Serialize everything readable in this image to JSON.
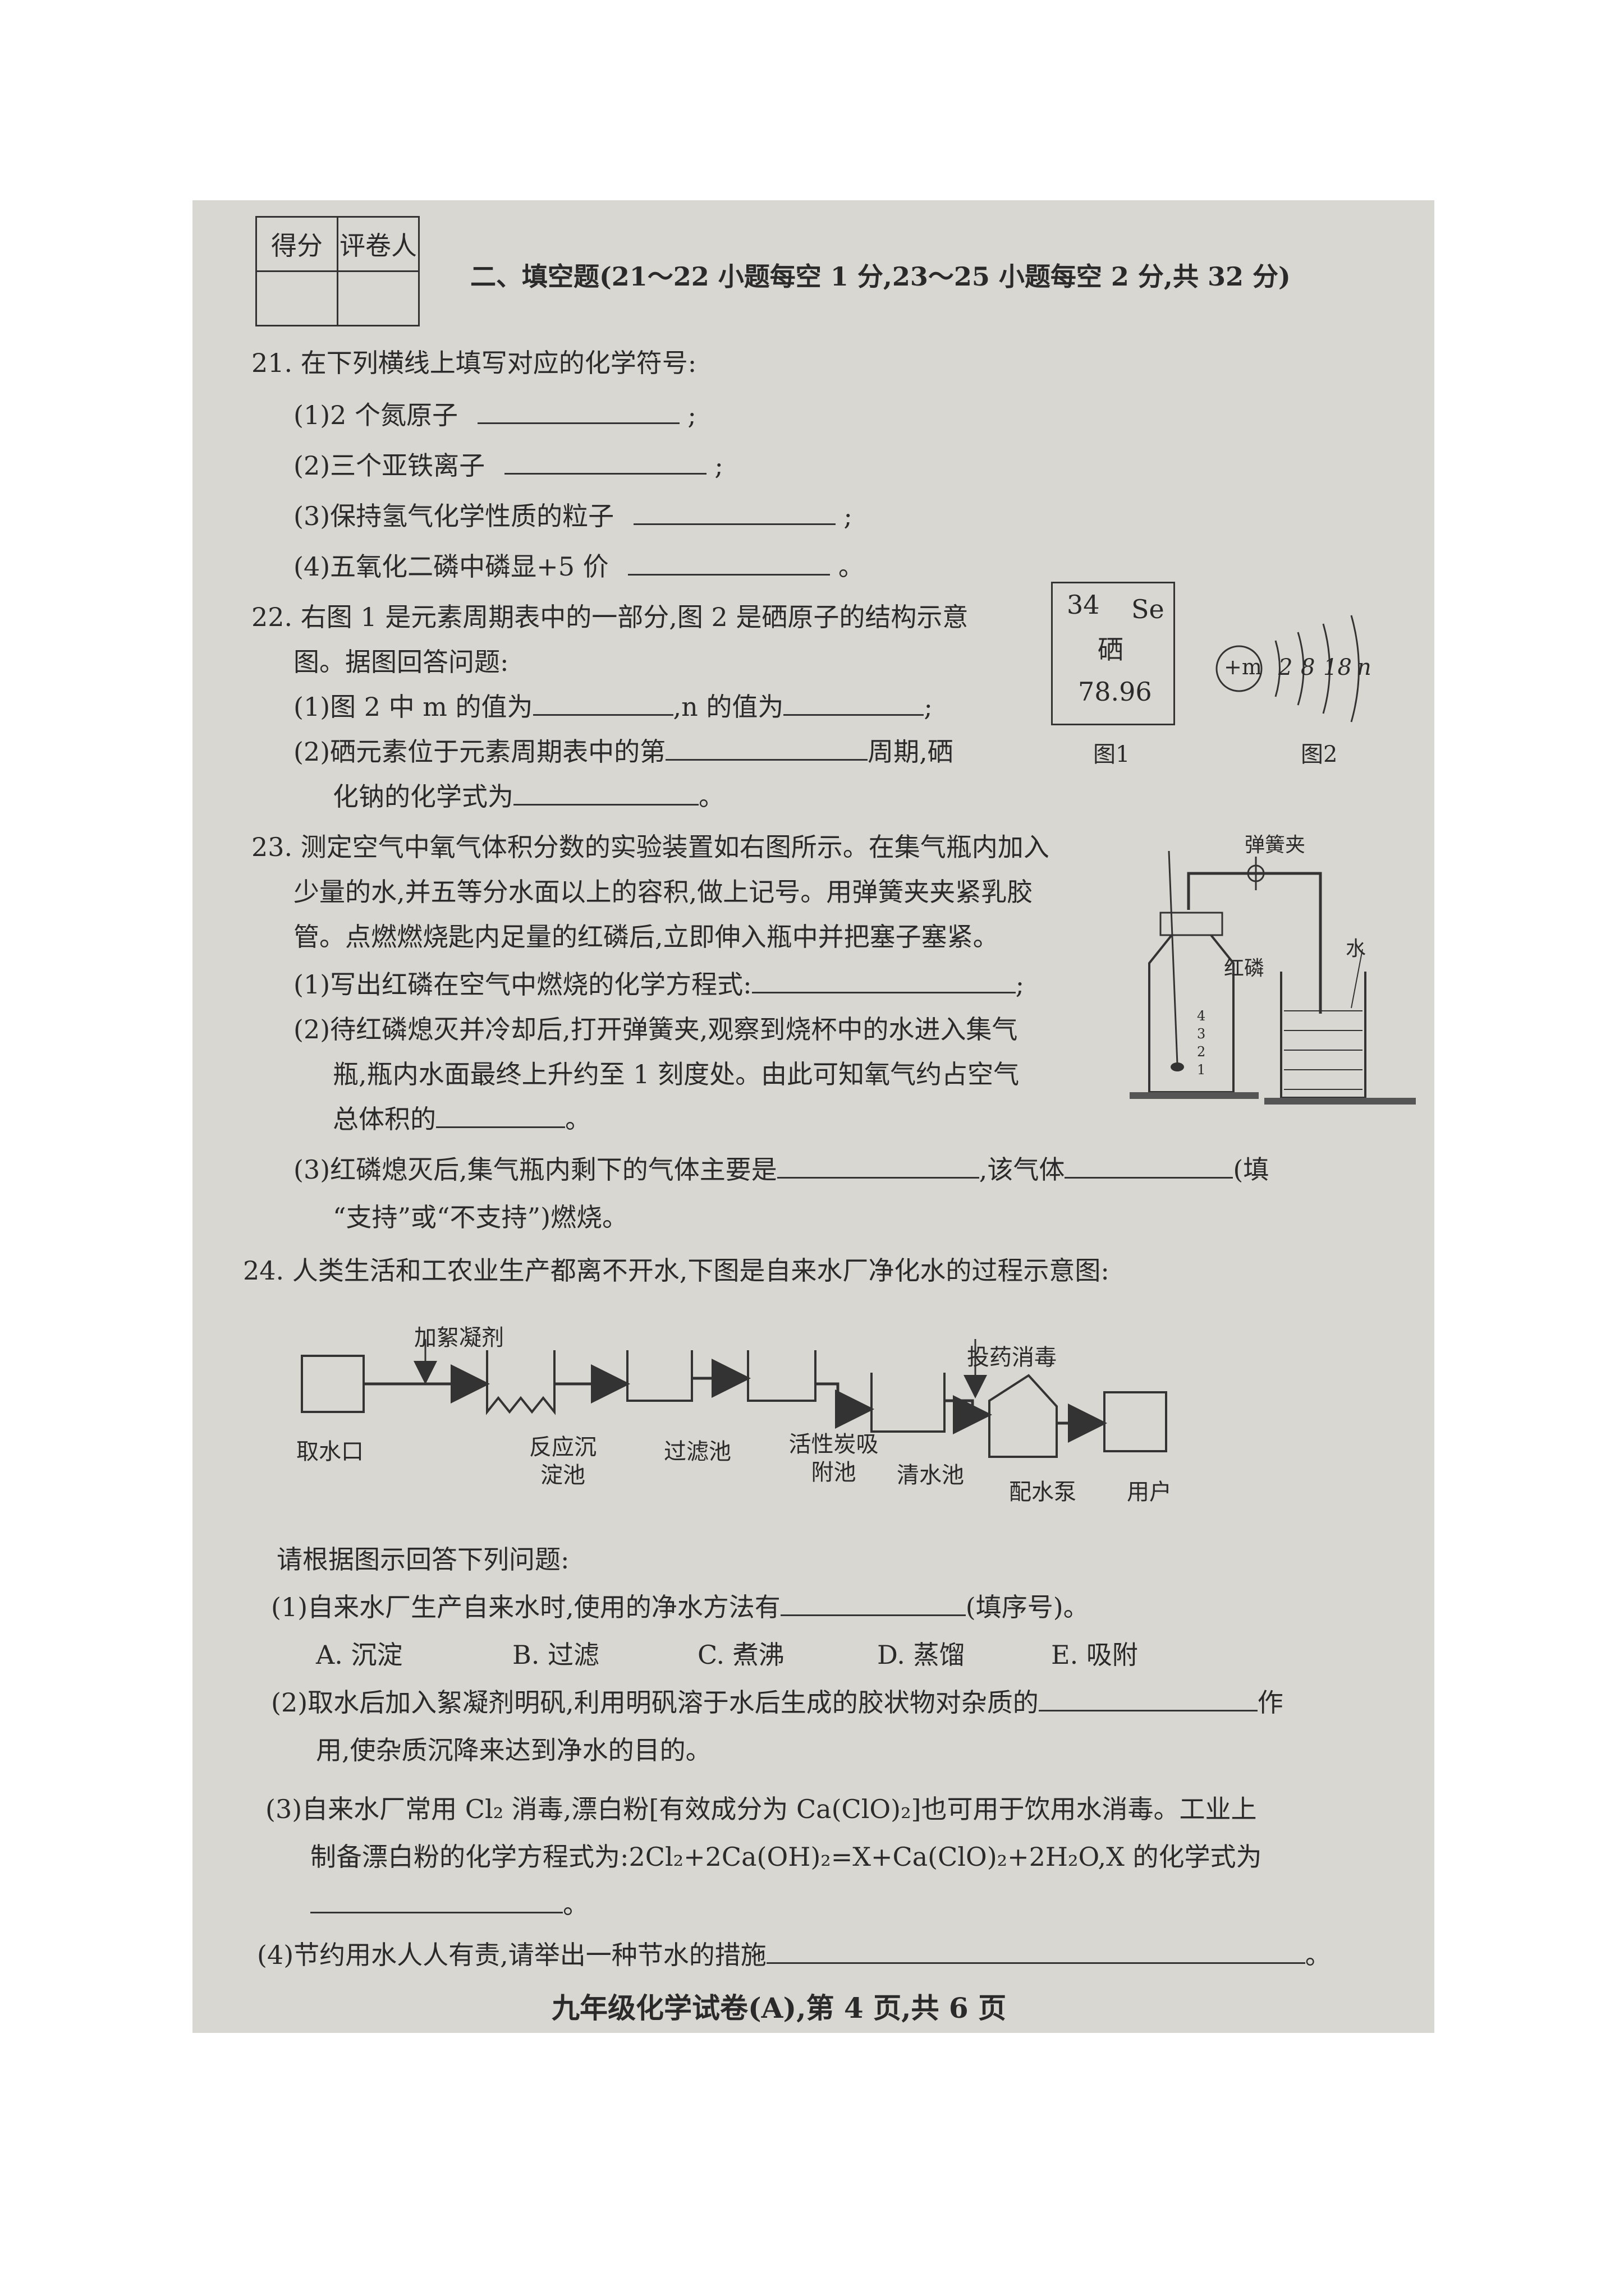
{
  "header": {
    "score_cells": [
      "得分",
      "评卷人"
    ],
    "section_title": "二、填空题(21～22 小题每空 1 分,23～25 小题每空 2 分,共 32 分)"
  },
  "q21": {
    "stem": "21. 在下列横线上填写对应的化学符号:",
    "items": [
      {
        "text": "(1)2 个氮原子",
        "end": ";"
      },
      {
        "text": "(2)三个亚铁离子",
        "end": ";"
      },
      {
        "text": "(3)保持氢气化学性质的粒子",
        "end": ";"
      },
      {
        "text": "(4)五氧化二磷中磷显+5 价",
        "end": "。"
      }
    ]
  },
  "q22": {
    "stem_line1": "22. 右图 1 是元素周期表中的一部分,图 2 是硒原子的结构示意",
    "stem_line2": "图。据图回答问题:",
    "p1_a": "(1)图 2 中 m 的值为",
    "p1_b": ",n 的值为",
    "p1_end": ";",
    "p2_a": "(2)硒元素位于元素周期表中的第",
    "p2_b": "周期,硒",
    "p2_c": "化钠的化学式为",
    "p2_end": "。",
    "fig1": {
      "number": "34",
      "symbol": "Se",
      "name": "硒",
      "mass": "78.96",
      "caption": "图1"
    },
    "fig2": {
      "nucleus": "+m",
      "shells": [
        "2",
        "8",
        "18",
        "n"
      ],
      "caption": "图2"
    }
  },
  "q23": {
    "line1": "23. 测定空气中氧气体积分数的实验装置如右图所示。在集气瓶内加入",
    "line2": "少量的水,并五等分水面以上的容积,做上记号。用弹簧夹夹紧乳胶",
    "line3": "管。点燃燃烧匙内足量的红磷后,立即伸入瓶中并把塞子塞紧。",
    "p1": "(1)写出红磷在空气中燃烧的化学方程式:",
    "p1_end": ";",
    "p2_l1": "(2)待红磷熄灭并冷却后,打开弹簧夹,观察到烧杯中的水进入集气",
    "p2_l2": "瓶,瓶内水面最终上升约至 1 刻度处。由此可知氧气约占空气",
    "p2_l3": "总体积的",
    "p2_end": "。",
    "p3_a": "(3)红磷熄灭后,集气瓶内剩下的气体主要是",
    "p3_b": ",该气体",
    "p3_c": "(填",
    "p3_d": "“支持”或“不支持”)燃烧。",
    "fig_labels": {
      "clamp": "弹簧夹",
      "phosphorus": "红磷",
      "water": "水",
      "marks": [
        "4",
        "3",
        "2",
        "1"
      ]
    }
  },
  "q24": {
    "stem": "24. 人类生活和工农业生产都离不开水,下图是自来水厂净化水的过程示意图:",
    "flow": {
      "coagulant": "加絮凝剂",
      "disinfect": "投药消毒",
      "stages": [
        "取水口",
        "反应沉淀池",
        "过滤池",
        "活性炭吸附池",
        "清水池",
        "配水泵",
        "用户"
      ]
    },
    "prompt": "请根据图示回答下列问题:",
    "p1_a": "(1)自来水厂生产自来水时,使用的净水方法有",
    "p1_b": "(填序号)。",
    "options": [
      "A. 沉淀",
      "B. 过滤",
      "C. 煮沸",
      "D. 蒸馏",
      "E. 吸附"
    ],
    "p2_l1": "(2)取水后加入絮凝剂明矾,利用明矾溶于水后生成的胶状物对杂质的",
    "p2_end": "作",
    "p2_l2": "用,使杂质沉降来达到净水的目的。",
    "p3_l1": "(3)自来水厂常用 Cl₂ 消毒,漂白粉[有效成分为 Ca(ClO)₂]也可用于饮用水消毒。工业上",
    "p3_l2": "制备漂白粉的化学方程式为:2Cl₂+2Ca(OH)₂=X+Ca(ClO)₂+2H₂O,X 的化学式为",
    "p3_end": "。",
    "p4": "(4)节约用水人人有责,请举出一种节水的措施",
    "p4_end": "。"
  },
  "footer": "九年级化学试卷(A),第 4 页,共 6 页"
}
